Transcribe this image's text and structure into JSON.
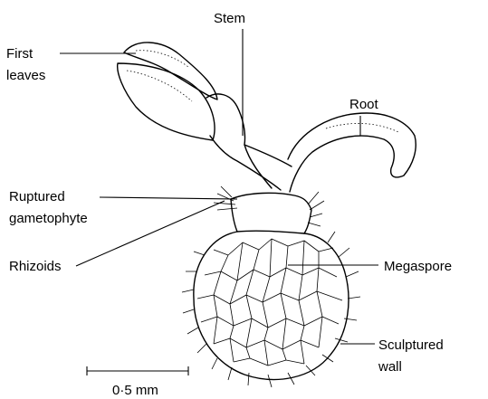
{
  "labels": {
    "stem": "Stem",
    "first_leaves_line1": "First",
    "first_leaves_line2": "leaves",
    "root": "Root",
    "ruptured_line1": "Ruptured",
    "ruptured_line2": "gametophyte",
    "rhizoids": "Rhizoids",
    "megaspore": "Megaspore",
    "sculptured_line1": "Sculptured",
    "sculptured_line2": "wall",
    "scale": "0·5 mm"
  }
}
